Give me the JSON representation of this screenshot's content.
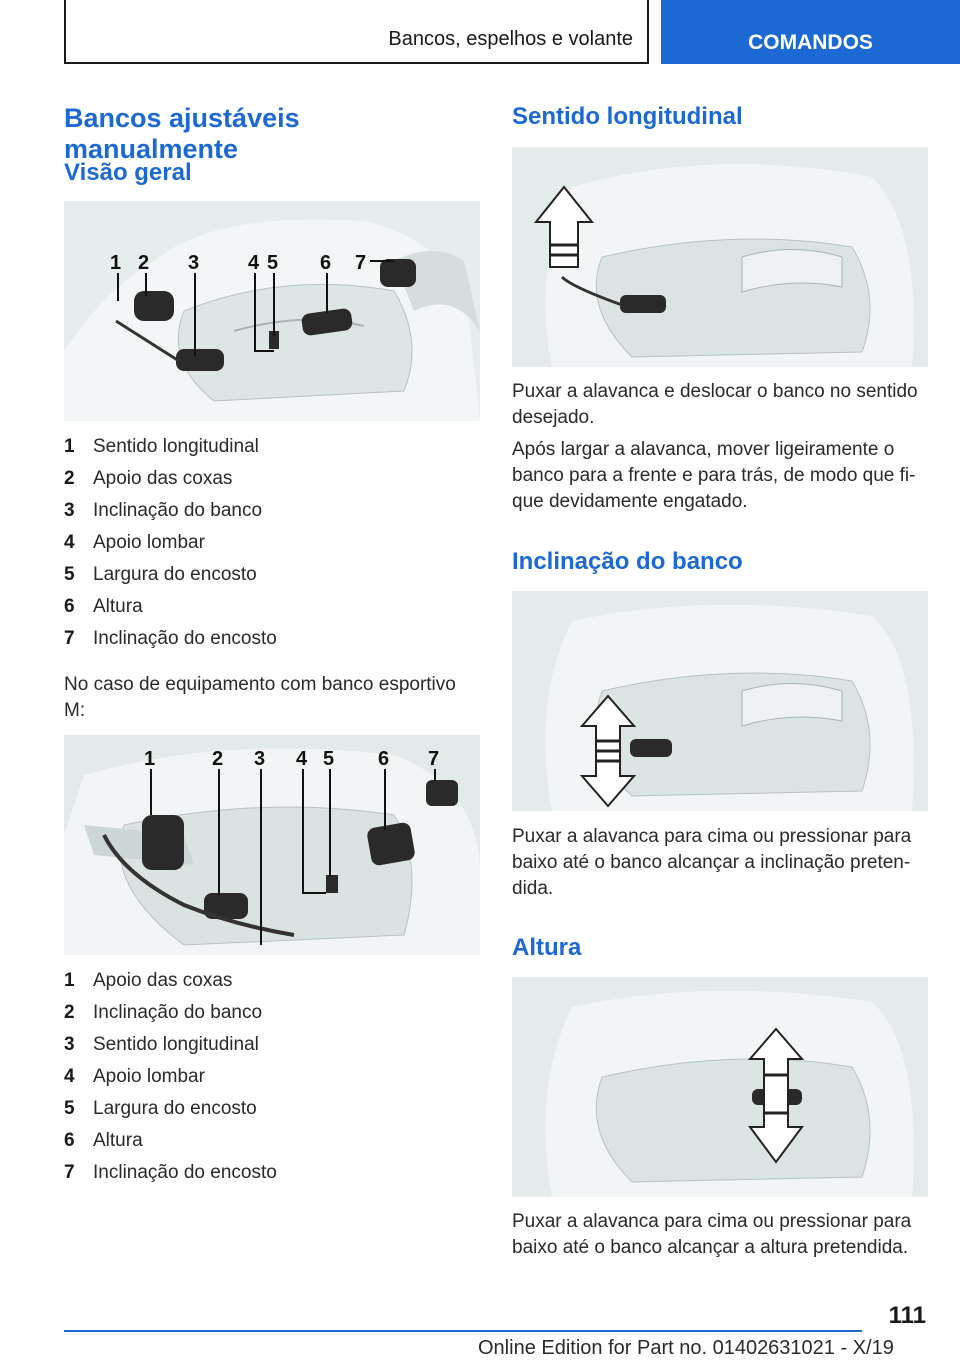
{
  "header": {
    "section_title": "Bancos, espelhos e volante",
    "tab_label": "COMANDOS"
  },
  "left": {
    "title": "Bancos ajustáveis manualmente",
    "subtitle": "Visão geral",
    "figure1_callouts": [
      "1",
      "2",
      "3",
      "4",
      "5",
      "6",
      "7"
    ],
    "list1": [
      {
        "num": "1",
        "text": "Sentido longitudinal"
      },
      {
        "num": "2",
        "text": "Apoio das coxas"
      },
      {
        "num": "3",
        "text": "Inclinação do banco"
      },
      {
        "num": "4",
        "text": "Apoio lombar"
      },
      {
        "num": "5",
        "text": "Largura do encosto"
      },
      {
        "num": "6",
        "text": "Altura"
      },
      {
        "num": "7",
        "text": "Inclinação do encosto"
      }
    ],
    "sport_note": "No caso de equipamento com banco esportivo M:",
    "figure2_callouts": [
      "1",
      "2",
      "3",
      "4",
      "5",
      "6",
      "7"
    ],
    "list2": [
      {
        "num": "1",
        "text": "Apoio das coxas"
      },
      {
        "num": "2",
        "text": "Inclinação do banco"
      },
      {
        "num": "3",
        "text": "Sentido longitudinal"
      },
      {
        "num": "4",
        "text": "Apoio lombar"
      },
      {
        "num": "5",
        "text": "Largura do encosto"
      },
      {
        "num": "6",
        "text": "Altura"
      },
      {
        "num": "7",
        "text": "Inclinação do encosto"
      }
    ]
  },
  "right": {
    "longitudinal": {
      "title": "Sentido longitudinal",
      "text1": "Puxar a alavanca e deslocar o banco no sentido desejado.",
      "text2": "Após largar a alavanca, mover ligeiramente o banco para a frente e para trás, de modo que fi- que devidamente engatado."
    },
    "tilt": {
      "title": "Inclinação do banco",
      "text": "Puxar a alavanca para cima ou pressionar para baixo até o banco alcançar a inclinação preten- dida."
    },
    "height": {
      "title": "Altura",
      "text": "Puxar a alavanca para cima ou pressionar para baixo até o banco alcançar a altura pretendida."
    }
  },
  "footer": {
    "page_number": "111",
    "edition": "Online Edition for Part no. 01402631021 - X/19"
  }
}
